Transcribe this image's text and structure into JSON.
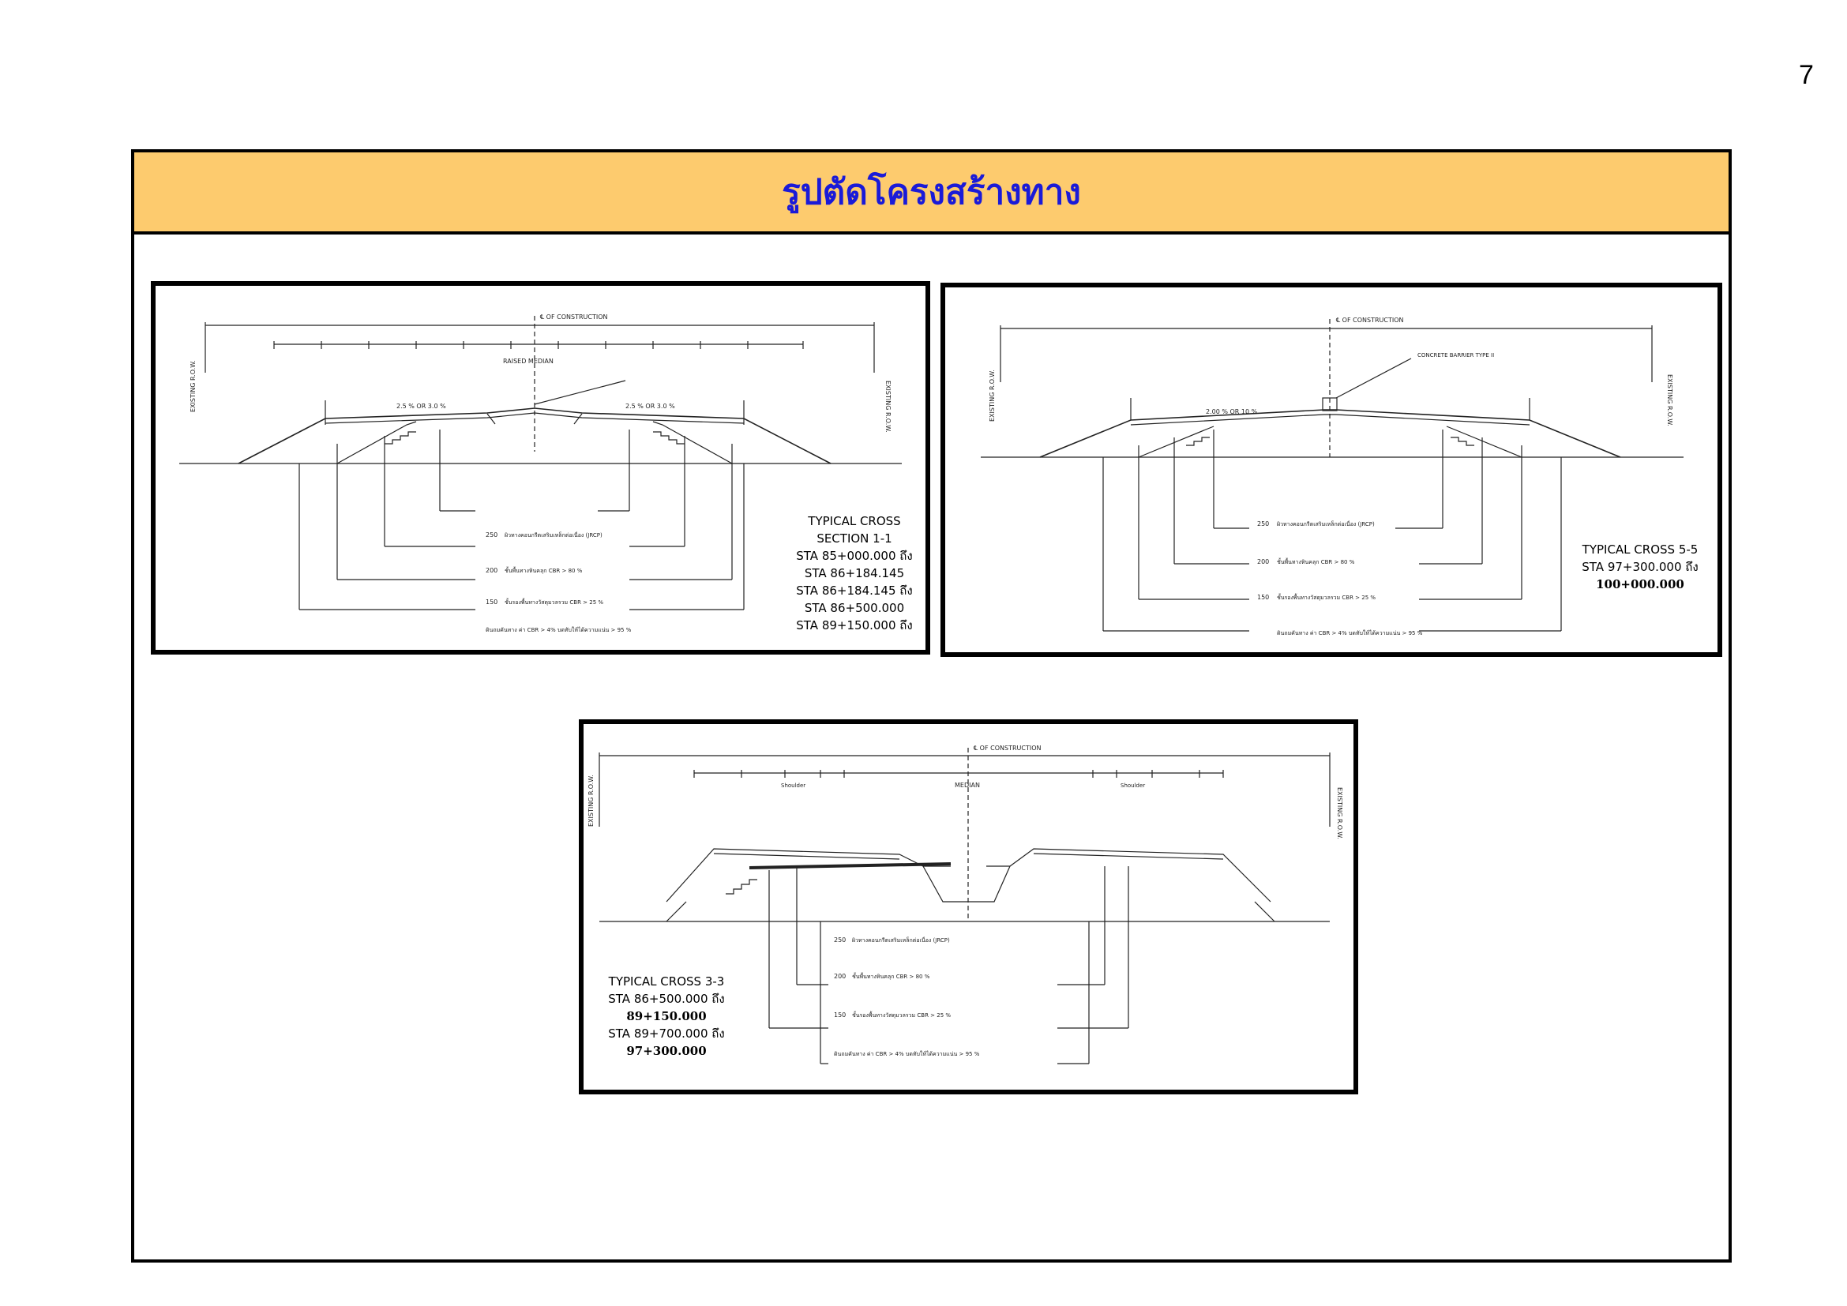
{
  "page": {
    "number": "7",
    "title": "รูปตัดโครงสร้างทาง"
  },
  "labels": {
    "construction": "℄ OF CONSTRUCTION",
    "raised_median": "RAISED MEDIAN",
    "median": "MEDIAN",
    "existing_row": "EXISTING R.O.W.",
    "shoulder": "Shoulder",
    "cross_slope": "2.5 % OR 3.0 %",
    "cross_slope_b": "2.00 % OR 10 %",
    "barrier": "CONCRETE BARRIER TYPE II"
  },
  "layers": [
    {
      "thick": "250",
      "text": "ผิวทางคอนกรีตเสริมเหล็กต่อเนื่อง (JRCP)"
    },
    {
      "thick": "200",
      "text": "ชั้นพื้นทางหินคลุก CBR > 80 %"
    },
    {
      "thick": "150",
      "text": "ชั้นรองพื้นทางวัสดุมวลรวม CBR > 25 %"
    }
  ],
  "subgrade_note": "ดินถมคันทาง ค่า CBR > 4% บดทับให้ได้ความแน่น > 95 %",
  "sections": [
    {
      "lines": [
        "TYPICAL CROSS",
        "SECTION 1-1",
        "STA 85+000.000 ถึง",
        "STA 86+184.145",
        "STA 86+184.145 ถึง",
        "STA 86+500.000",
        "STA 89+150.000 ถึง"
      ]
    },
    {
      "lines": [
        "TYPICAL CROSS 5-5",
        "STA 97+300.000 ถึง",
        "100+000.000"
      ]
    },
    {
      "lines": [
        "TYPICAL CROSS 3-3",
        "STA 86+500.000 ถึง",
        "89+150.000",
        "STA 89+700.000 ถึง",
        "97+300.000"
      ]
    }
  ]
}
